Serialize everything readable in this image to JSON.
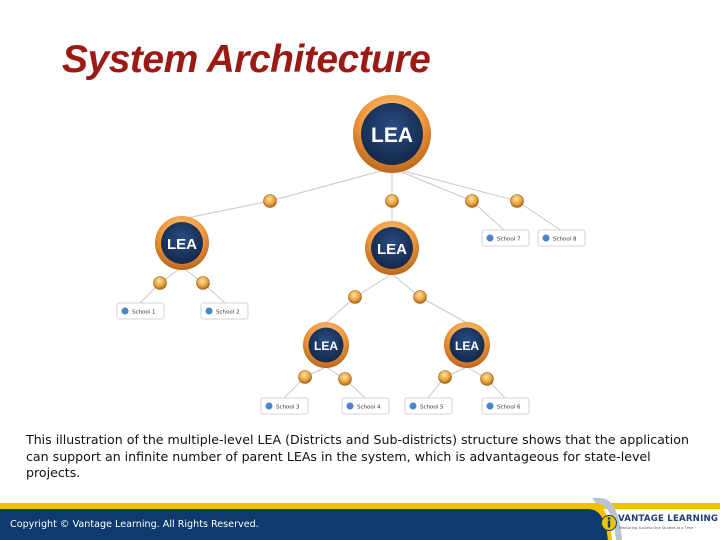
{
  "slide": {
    "title": "System Architecture",
    "description": "This illustration of the multiple-level LEA (Districts and Sub-districts) structure shows that the application can support an infinite number of parent LEAs in the system, which is advantageous for state-level projects."
  },
  "diagram": {
    "nodes": {
      "lea_root": "LEA",
      "lea_left": "LEA",
      "lea_middle": "LEA",
      "lea_sub_left": "LEA",
      "lea_sub_right": "LEA",
      "school_1": "School 1",
      "school_2": "School 2",
      "school_3": "School 3",
      "school_4": "School 4",
      "school_5": "School 5",
      "school_6": "School 6",
      "school_7": "School 7",
      "school_8": "School 8"
    },
    "colors": {
      "lea_fill": "#1a3560",
      "lea_ring": "#e88a2c",
      "connector_fill": "#e8a33a",
      "line": "#c8c8c8",
      "school_icon": "#4a86c8"
    }
  },
  "footer": {
    "copyright": "Copyright © Vantage Learning. All Rights Reserved.",
    "logo_name": "VANTAGE LEARNING",
    "logo_tagline": "Measuring Success One Student at a Time"
  }
}
